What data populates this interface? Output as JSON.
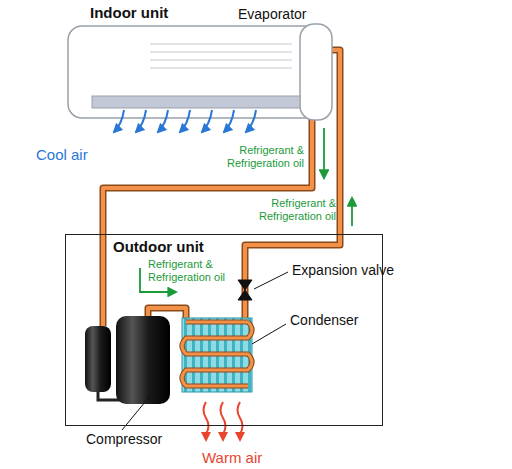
{
  "diagram": {
    "nodes": [
      {
        "text": [
          "Indoor unit"
        ]
      },
      {
        "text": [
          "Outdoor unit"
        ]
      }
    ],
    "labels": [
      "Evaporator",
      "Cool air",
      "Refrigerant & Refrigeration oil",
      "Refrigerant & Refrigeration oil",
      "Refrigerant & Refrigeration oil",
      "Expansion valve",
      "Condenser",
      "Compressor",
      "Warm air"
    ]
  }
}
